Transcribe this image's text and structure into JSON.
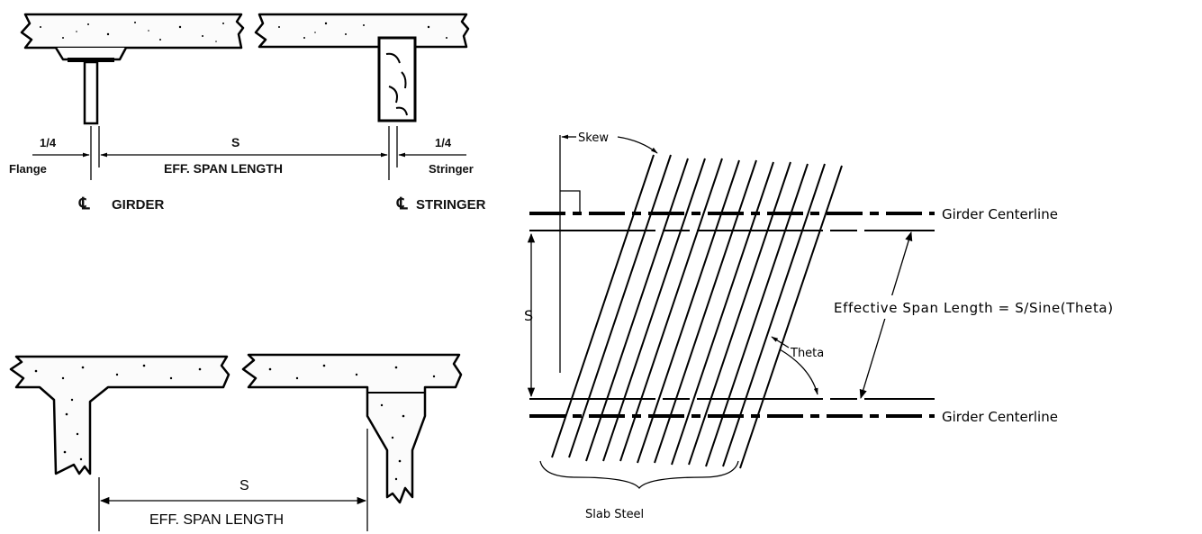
{
  "top_left": {
    "quarter_flange_num": "1/4",
    "quarter_flange_word": "Flange",
    "span_symbol": "S",
    "span_label": "EFF. SPAN LENGTH",
    "quarter_stringer_num": "1/4",
    "quarter_stringer_word": "Stringer",
    "girder_label": "GIRDER",
    "stringer_label": "STRINGER",
    "centerline_glyph": "℄"
  },
  "bottom_left": {
    "span_symbol": "S",
    "span_label": "EFF. SPAN LENGTH"
  },
  "right": {
    "skew_label": "Skew",
    "top_girder_label": "Girder Centerline",
    "bottom_girder_label": "Girder Centerline",
    "span_symbol": "S",
    "effective_span_label": "Effective Span Length = S/Sine(Theta)",
    "theta_label": "Theta",
    "slab_steel_label": "Slab Steel"
  }
}
